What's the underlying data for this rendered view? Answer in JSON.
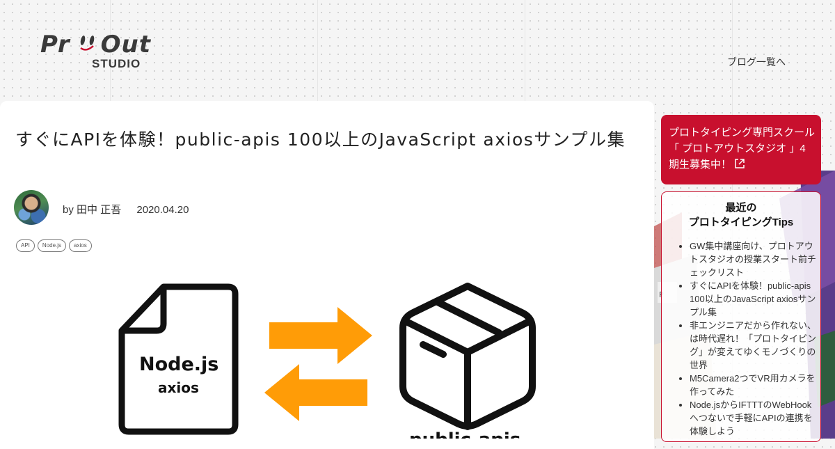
{
  "header": {
    "logo_text_left": "Pr",
    "logo_text_right": "Out",
    "logo_sub": "STUDIO",
    "nav_link": "ブログ一覧へ"
  },
  "article": {
    "title": "すぐにAPIを体験！public-apis 100以上のJavaScript axiosサンプル集",
    "author_prefix": "by",
    "author": "田中 正吾",
    "date": "2020.04.20",
    "tags": [
      "API",
      "Node.js",
      "axios"
    ],
    "hero": {
      "doc_label_1": "Node.js",
      "doc_label_2": "axios",
      "box_label": "public-apis",
      "arrow_color": "#ff9c07"
    }
  },
  "sidebar": {
    "promo_text": "プロトタイピング専門スクール「 プロトアウトスタジオ 」4期生募集中！",
    "recent_title_1": "最近の",
    "recent_title_2": "プロトタイピングTips",
    "recent_items": [
      "GW集中講座向け、プロトアウトスタジオの授業スタート前チェックリスト",
      "すぐにAPIを体験！public-apis 100以上のJavaScript axiosサンプル集",
      "非エンジニアだから作れない、は時代遅れ！「プロトタイピング」が変えてゆくモノづくりの世界",
      "M5Camera2つでVR用カメラを作ってみた",
      "Node.jsからIFTTTのWebHookへつないで手軽にAPIの連携を体験しよう"
    ],
    "accent_color": "#c8102e"
  }
}
